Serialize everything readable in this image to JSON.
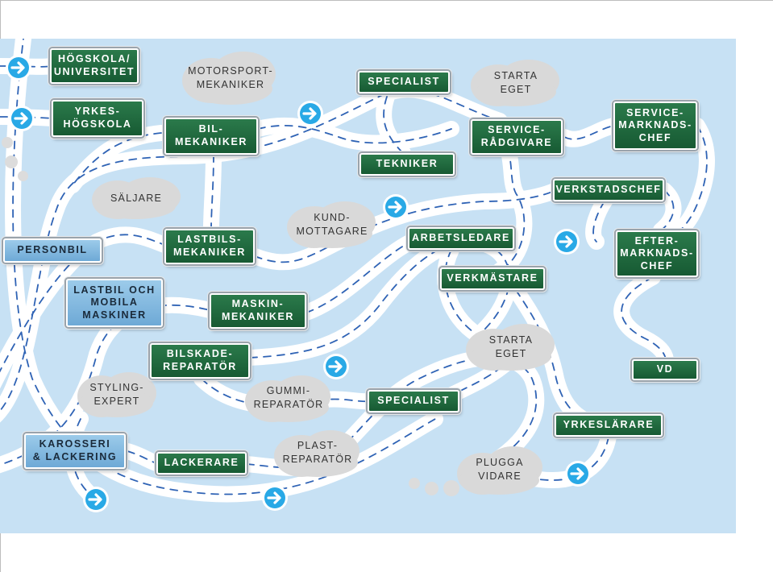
{
  "colors": {
    "background": "#c7e1f4",
    "road": "#ffffff",
    "road_dash": "#2f63b5",
    "sign_green": "#1d6a3d",
    "sign_blue": "#7fb5de",
    "arrow": "#29a9e6",
    "cloud": "#d9d9d9"
  },
  "signs": {
    "hogskola": "HÖGSKOLA/\nUNIVERSITET",
    "yrkeshogskola": "YRKES-\nHÖGSKOLA",
    "bilmekaniker": "BIL-\nMEKANIKER",
    "specialist_top": "SPECIALIST",
    "tekniker": "TEKNIKER",
    "servicerad": "SERVICE-\nRÅDGIVARE",
    "servicemarknad": "SERVICE-\nMARKNADS-\nCHEF",
    "verkstadschef": "VERKSTADSCHEF",
    "personbil": "PERSONBIL",
    "lastbilsmek": "LASTBILS-\nMEKANIKER",
    "arbetsledare": "ARBETSLEDARE",
    "eftermarknad": "EFTER-\nMARKNADS-\nCHEF",
    "lastbilmaskiner": "LASTBIL OCH\nMOBILA\nMASKINER",
    "verkmastare": "VERKMÄSTARE",
    "maskinmek": "MASKIN-\nMEKANIKER",
    "bilskade": "BILSKADE-\nREPARATÖR",
    "vd": "VD",
    "specialist_bottom": "SPECIALIST",
    "yrkeslarare": "YRKESLÄRARE",
    "karosseri": "KAROSSERI\n& LACKERING",
    "lackerare": "LACKERARE"
  },
  "clouds": {
    "motorsport": "MOTORSPORT-\nMEKANIKER",
    "starta_top": "STARTA\nEGET",
    "saljare": "SÄLJARE",
    "kundmottagare": "KUND-\nMOTTAGARE",
    "starta_mid": "STARTA\nEGET",
    "styling": "STYLING-\nEXPERT",
    "gummi": "GUMMI-\nREPARATÖR",
    "plast": "PLAST-\nREPARATÖR",
    "plugga": "PLUGGA\nVIDARE"
  },
  "icons": {
    "arrow": "arrow-right-circle-icon"
  }
}
